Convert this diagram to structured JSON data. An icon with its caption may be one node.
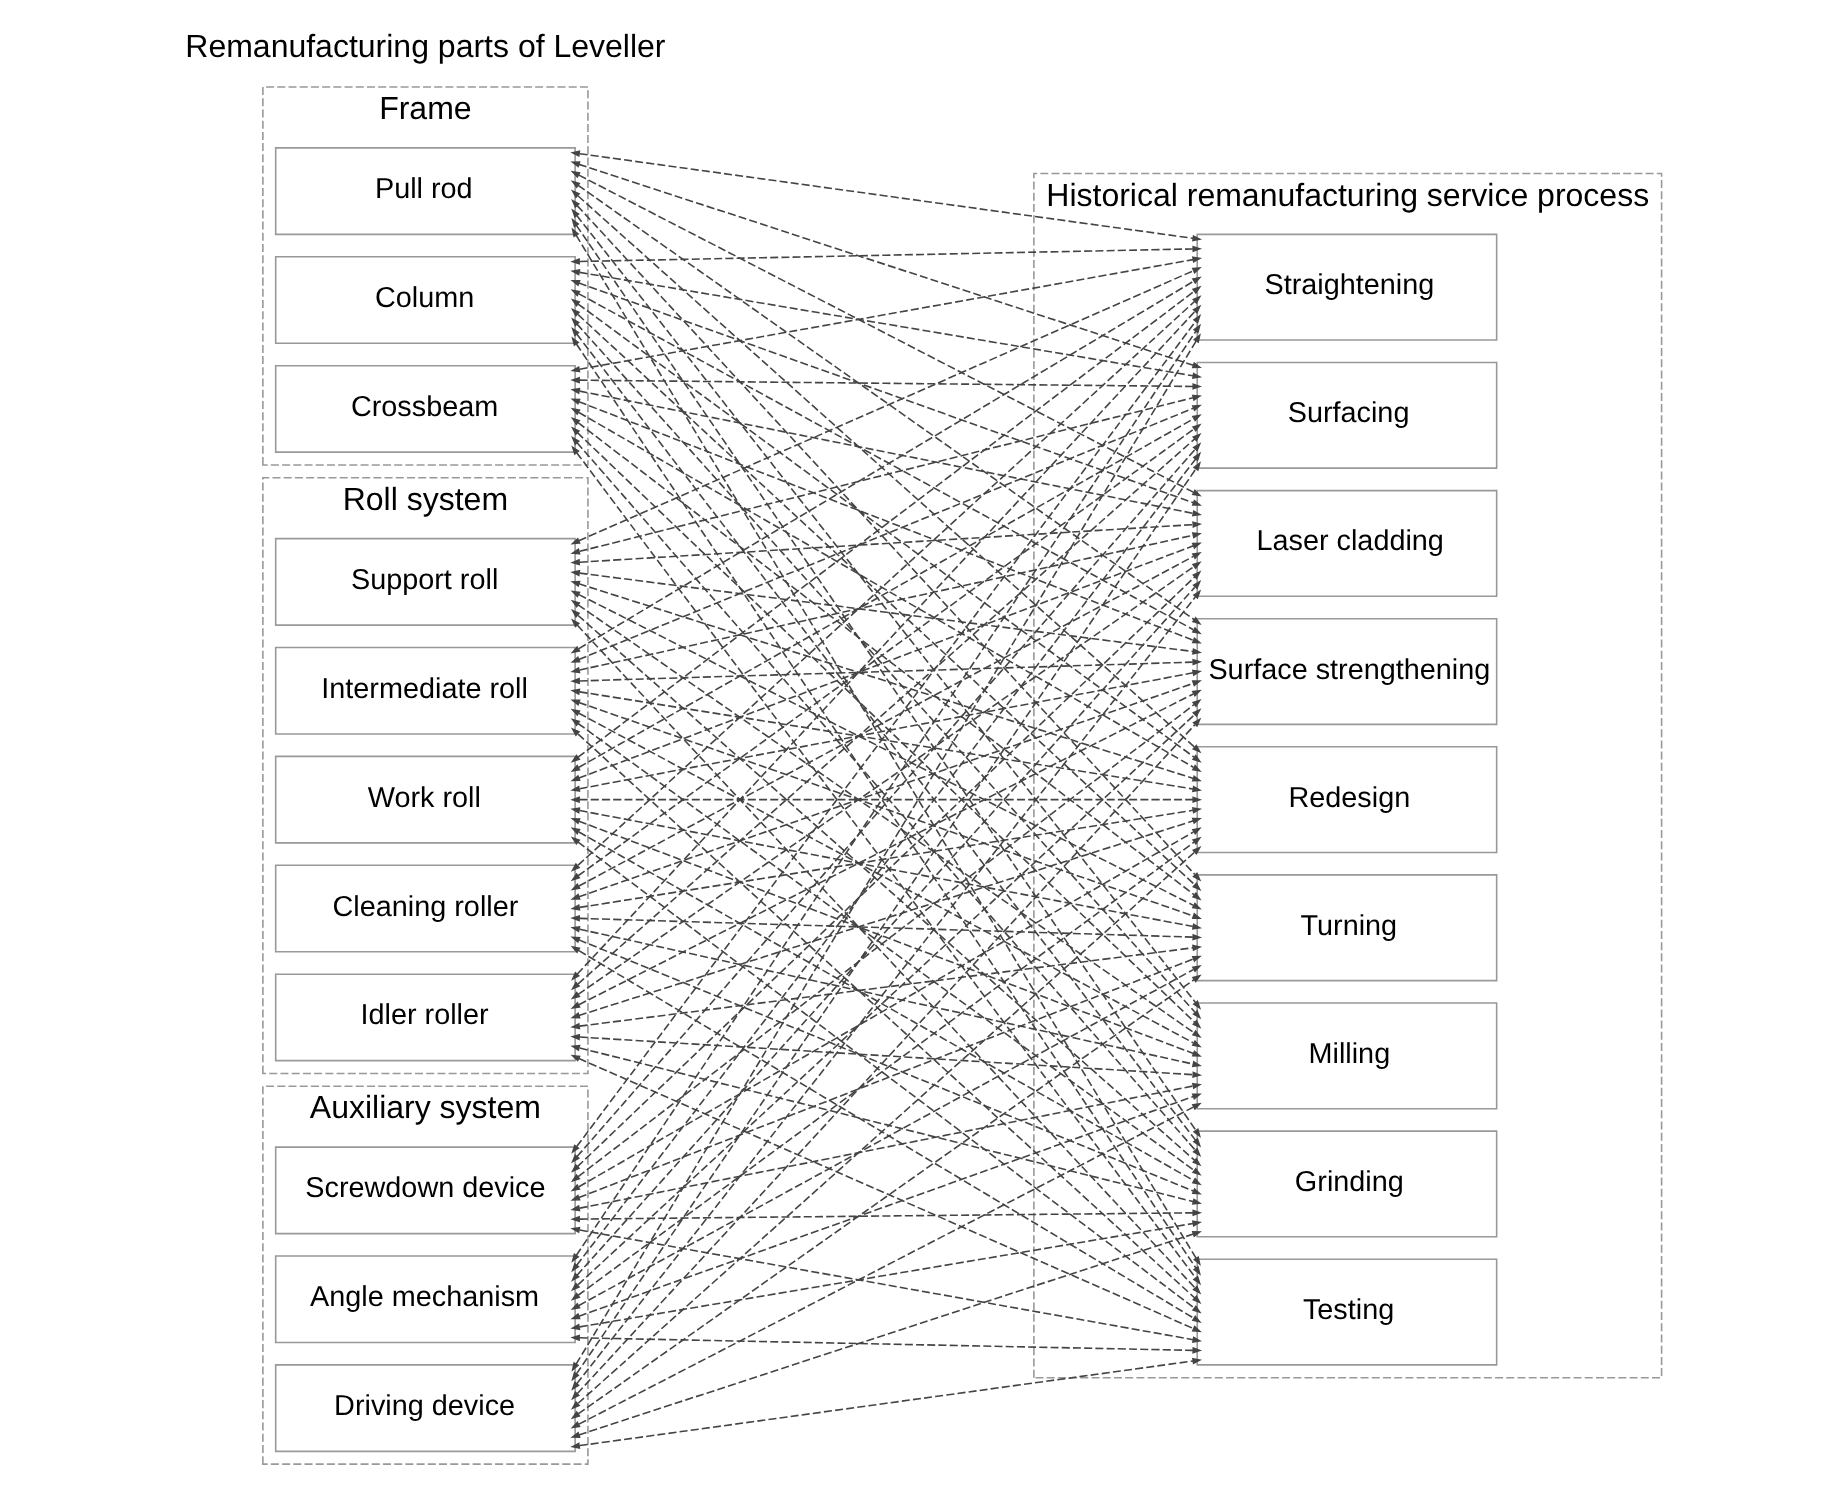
{
  "diagram": {
    "nodes": [
      {
        "text": [
          "Frame"
        ]
      },
      {
        "text": [
          "Pull rod"
        ],
        "in": 0
      },
      {
        "text": [
          "Column"
        ],
        "in": 0
      },
      {
        "text": [
          "Crossbeam"
        ],
        "in": 0
      },
      {
        "text": [
          "Roll system"
        ]
      },
      {
        "text": [
          "Support roll"
        ],
        "in": 4
      },
      {
        "text": [
          "Intermediate roll"
        ],
        "in": 4
      },
      {
        "text": [
          "Work roll"
        ],
        "in": 4
      },
      {
        "text": [
          "Cleaning roller"
        ],
        "in": 4
      },
      {
        "text": [
          "Idler roller"
        ],
        "in": 4
      },
      {
        "text": [
          "Auxiliary system"
        ]
      },
      {
        "text": [
          "Screwdown device"
        ],
        "in": 10
      },
      {
        "text": [
          "Angle mechanism"
        ],
        "in": 10
      },
      {
        "text": [
          "Driving device"
        ],
        "in": 10
      },
      {
        "text": [
          "Historical remanufacturing service process"
        ]
      },
      {
        "text": [
          "Straightening"
        ],
        "in": 14
      },
      {
        "text": [
          "Surfacing"
        ],
        "in": 14
      },
      {
        "text": [
          "Laser cladding"
        ],
        "in": 14
      },
      {
        "text": [
          "Surface strengthening"
        ],
        "in": 14
      },
      {
        "text": [
          "Redesign"
        ],
        "in": 14
      },
      {
        "text": [
          "Turning"
        ],
        "in": 14
      },
      {
        "text": [
          "Milling"
        ],
        "in": 14
      },
      {
        "text": [
          "Grinding"
        ],
        "in": 14
      },
      {
        "text": [
          "Testing"
        ],
        "in": 14
      }
    ],
    "edges": [
      {
        "from": 1,
        "to": 15,
        "arrow": "both",
        "style": "dashed"
      },
      {
        "from": 1,
        "to": 16,
        "arrow": "both",
        "style": "dashed"
      },
      {
        "from": 1,
        "to": 17,
        "arrow": "both",
        "style": "dashed"
      },
      {
        "from": 1,
        "to": 18,
        "arrow": "both",
        "style": "dashed"
      },
      {
        "from": 1,
        "to": 19,
        "arrow": "both",
        "style": "dashed"
      },
      {
        "from": 1,
        "to": 20,
        "arrow": "both",
        "style": "dashed"
      },
      {
        "from": 1,
        "to": 21,
        "arrow": "both",
        "style": "dashed"
      },
      {
        "from": 1,
        "to": 22,
        "arrow": "both",
        "style": "dashed"
      },
      {
        "from": 1,
        "to": 23,
        "arrow": "both",
        "style": "dashed"
      },
      {
        "from": 2,
        "to": 15,
        "arrow": "both",
        "style": "dashed"
      },
      {
        "from": 2,
        "to": 16,
        "arrow": "both",
        "style": "dashed"
      },
      {
        "from": 2,
        "to": 17,
        "arrow": "both",
        "style": "dashed"
      },
      {
        "from": 2,
        "to": 18,
        "arrow": "both",
        "style": "dashed"
      },
      {
        "from": 2,
        "to": 19,
        "arrow": "both",
        "style": "dashed"
      },
      {
        "from": 2,
        "to": 20,
        "arrow": "both",
        "style": "dashed"
      },
      {
        "from": 2,
        "to": 21,
        "arrow": "both",
        "style": "dashed"
      },
      {
        "from": 2,
        "to": 22,
        "arrow": "both",
        "style": "dashed"
      },
      {
        "from": 2,
        "to": 23,
        "arrow": "both",
        "style": "dashed"
      },
      {
        "from": 3,
        "to": 15,
        "arrow": "both",
        "style": "dashed"
      },
      {
        "from": 3,
        "to": 16,
        "arrow": "both",
        "style": "dashed"
      },
      {
        "from": 3,
        "to": 17,
        "arrow": "both",
        "style": "dashed"
      },
      {
        "from": 3,
        "to": 18,
        "arrow": "both",
        "style": "dashed"
      },
      {
        "from": 3,
        "to": 19,
        "arrow": "both",
        "style": "dashed"
      },
      {
        "from": 3,
        "to": 20,
        "arrow": "both",
        "style": "dashed"
      },
      {
        "from": 3,
        "to": 21,
        "arrow": "both",
        "style": "dashed"
      },
      {
        "from": 3,
        "to": 22,
        "arrow": "both",
        "style": "dashed"
      },
      {
        "from": 3,
        "to": 23,
        "arrow": "both",
        "style": "dashed"
      },
      {
        "from": 5,
        "to": 15,
        "arrow": "both",
        "style": "dashed"
      },
      {
        "from": 5,
        "to": 16,
        "arrow": "both",
        "style": "dashed"
      },
      {
        "from": 5,
        "to": 17,
        "arrow": "both",
        "style": "dashed"
      },
      {
        "from": 5,
        "to": 18,
        "arrow": "both",
        "style": "dashed"
      },
      {
        "from": 5,
        "to": 19,
        "arrow": "both",
        "style": "dashed"
      },
      {
        "from": 5,
        "to": 20,
        "arrow": "both",
        "style": "dashed"
      },
      {
        "from": 5,
        "to": 21,
        "arrow": "both",
        "style": "dashed"
      },
      {
        "from": 5,
        "to": 22,
        "arrow": "both",
        "style": "dashed"
      },
      {
        "from": 5,
        "to": 23,
        "arrow": "both",
        "style": "dashed"
      },
      {
        "from": 6,
        "to": 15,
        "arrow": "both",
        "style": "dashed"
      },
      {
        "from": 6,
        "to": 16,
        "arrow": "both",
        "style": "dashed"
      },
      {
        "from": 6,
        "to": 17,
        "arrow": "both",
        "style": "dashed"
      },
      {
        "from": 6,
        "to": 18,
        "arrow": "both",
        "style": "dashed"
      },
      {
        "from": 6,
        "to": 19,
        "arrow": "both",
        "style": "dashed"
      },
      {
        "from": 6,
        "to": 20,
        "arrow": "both",
        "style": "dashed"
      },
      {
        "from": 6,
        "to": 21,
        "arrow": "both",
        "style": "dashed"
      },
      {
        "from": 6,
        "to": 22,
        "arrow": "both",
        "style": "dashed"
      },
      {
        "from": 6,
        "to": 23,
        "arrow": "both",
        "style": "dashed"
      },
      {
        "from": 7,
        "to": 15,
        "arrow": "both",
        "style": "dashed"
      },
      {
        "from": 7,
        "to": 16,
        "arrow": "both",
        "style": "dashed"
      },
      {
        "from": 7,
        "to": 17,
        "arrow": "both",
        "style": "dashed"
      },
      {
        "from": 7,
        "to": 18,
        "arrow": "both",
        "style": "dashed"
      },
      {
        "from": 7,
        "to": 19,
        "arrow": "both",
        "style": "dashed"
      },
      {
        "from": 7,
        "to": 20,
        "arrow": "both",
        "style": "dashed"
      },
      {
        "from": 7,
        "to": 21,
        "arrow": "both",
        "style": "dashed"
      },
      {
        "from": 7,
        "to": 22,
        "arrow": "both",
        "style": "dashed"
      },
      {
        "from": 7,
        "to": 23,
        "arrow": "both",
        "style": "dashed"
      },
      {
        "from": 8,
        "to": 15,
        "arrow": "both",
        "style": "dashed"
      },
      {
        "from": 8,
        "to": 16,
        "arrow": "both",
        "style": "dashed"
      },
      {
        "from": 8,
        "to": 17,
        "arrow": "both",
        "style": "dashed"
      },
      {
        "from": 8,
        "to": 18,
        "arrow": "both",
        "style": "dashed"
      },
      {
        "from": 8,
        "to": 19,
        "arrow": "both",
        "style": "dashed"
      },
      {
        "from": 8,
        "to": 20,
        "arrow": "both",
        "style": "dashed"
      },
      {
        "from": 8,
        "to": 21,
        "arrow": "both",
        "style": "dashed"
      },
      {
        "from": 8,
        "to": 22,
        "arrow": "both",
        "style": "dashed"
      },
      {
        "from": 8,
        "to": 23,
        "arrow": "both",
        "style": "dashed"
      },
      {
        "from": 9,
        "to": 15,
        "arrow": "both",
        "style": "dashed"
      },
      {
        "from": 9,
        "to": 16,
        "arrow": "both",
        "style": "dashed"
      },
      {
        "from": 9,
        "to": 17,
        "arrow": "both",
        "style": "dashed"
      },
      {
        "from": 9,
        "to": 18,
        "arrow": "both",
        "style": "dashed"
      },
      {
        "from": 9,
        "to": 19,
        "arrow": "both",
        "style": "dashed"
      },
      {
        "from": 9,
        "to": 20,
        "arrow": "both",
        "style": "dashed"
      },
      {
        "from": 9,
        "to": 21,
        "arrow": "both",
        "style": "dashed"
      },
      {
        "from": 9,
        "to": 22,
        "arrow": "both",
        "style": "dashed"
      },
      {
        "from": 9,
        "to": 23,
        "arrow": "both",
        "style": "dashed"
      },
      {
        "from": 11,
        "to": 15,
        "arrow": "both",
        "style": "dashed"
      },
      {
        "from": 11,
        "to": 16,
        "arrow": "both",
        "style": "dashed"
      },
      {
        "from": 11,
        "to": 17,
        "arrow": "both",
        "style": "dashed"
      },
      {
        "from": 11,
        "to": 18,
        "arrow": "both",
        "style": "dashed"
      },
      {
        "from": 11,
        "to": 19,
        "arrow": "both",
        "style": "dashed"
      },
      {
        "from": 11,
        "to": 20,
        "arrow": "both",
        "style": "dashed"
      },
      {
        "from": 11,
        "to": 21,
        "arrow": "both",
        "style": "dashed"
      },
      {
        "from": 11,
        "to": 22,
        "arrow": "both",
        "style": "dashed"
      },
      {
        "from": 11,
        "to": 23,
        "arrow": "both",
        "style": "dashed"
      },
      {
        "from": 12,
        "to": 15,
        "arrow": "both",
        "style": "dashed"
      },
      {
        "from": 12,
        "to": 16,
        "arrow": "both",
        "style": "dashed"
      },
      {
        "from": 12,
        "to": 17,
        "arrow": "both",
        "style": "dashed"
      },
      {
        "from": 12,
        "to": 18,
        "arrow": "both",
        "style": "dashed"
      },
      {
        "from": 12,
        "to": 19,
        "arrow": "both",
        "style": "dashed"
      },
      {
        "from": 12,
        "to": 20,
        "arrow": "both",
        "style": "dashed"
      },
      {
        "from": 12,
        "to": 21,
        "arrow": "both",
        "style": "dashed"
      },
      {
        "from": 12,
        "to": 22,
        "arrow": "both",
        "style": "dashed"
      },
      {
        "from": 12,
        "to": 23,
        "arrow": "both",
        "style": "dashed"
      },
      {
        "from": 13,
        "to": 15,
        "arrow": "both",
        "style": "dashed"
      },
      {
        "from": 13,
        "to": 16,
        "arrow": "both",
        "style": "dashed"
      },
      {
        "from": 13,
        "to": 17,
        "arrow": "both",
        "style": "dashed"
      },
      {
        "from": 13,
        "to": 18,
        "arrow": "both",
        "style": "dashed"
      },
      {
        "from": 13,
        "to": 19,
        "arrow": "both",
        "style": "dashed"
      },
      {
        "from": 13,
        "to": 20,
        "arrow": "both",
        "style": "dashed"
      },
      {
        "from": 13,
        "to": 21,
        "arrow": "both",
        "style": "dashed"
      },
      {
        "from": 13,
        "to": 22,
        "arrow": "both",
        "style": "dashed"
      },
      {
        "from": 13,
        "to": 23,
        "arrow": "both",
        "style": "dashed"
      }
    ],
    "labels": [
      "Remanufacturing parts of Leveller"
    ]
  }
}
